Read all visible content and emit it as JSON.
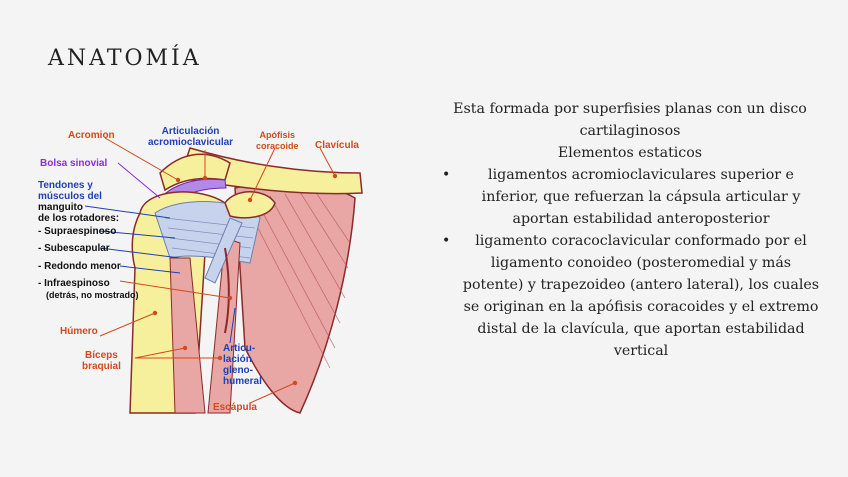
{
  "title": "ANATOMÍA",
  "figure": {
    "labels": {
      "acromion": "Acromion",
      "articulacion_ac": "Articulación\nacromioclavicular",
      "apofisis": "Apófisis\ncoracoide",
      "clavicula": "Clavícula",
      "bolsa": "Bolsa sinovial",
      "tendones": "Tendones y\nmúsculos del",
      "manguito": "manguito\nde los rotadores:",
      "supraespinoso": "- Supraespinoso",
      "subescapular": "- Subescapular",
      "redondo": "- Redondo menor",
      "infraespinoso": "- Infraespinoso",
      "detras": "(detrás, no mostrado)",
      "humero": "Húmero",
      "biceps": "Bíceps\nbraquial",
      "articulacion_gh": "Articu-\nlación\ngleno-\nhumeral",
      "escapula": "Escápula"
    },
    "colors": {
      "red_label": "#d24a1c",
      "blue_label": "#1f3fb5",
      "purple_label": "#8a2be2"
    }
  },
  "text": {
    "intro": "Esta formada por superfisies planas con un disco cartilaginosos",
    "subtitle": "Elementos estaticos",
    "bullets": [
      "ligamentos acromioclaviculares superior e inferior, que refuerzan la cápsula articular y aportan estabilidad anteroposterior",
      "ligamento coracoclavicular conformado por el ligamento conoideo (posteromedial y más potente) y trapezoideo (antero lateral), los cuales se originan en la apófisis coracoides y el extremo distal de la clavícula, que aportan estabilidad vertical"
    ]
  }
}
